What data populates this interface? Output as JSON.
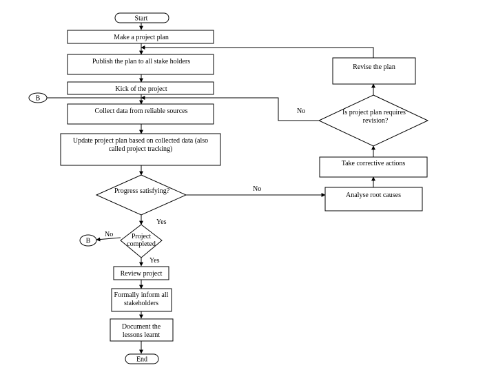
{
  "flowchart": {
    "terminals": {
      "start": "Start",
      "end": "End"
    },
    "connectors": {
      "b_top": "B",
      "b_bottom": "B"
    },
    "processes": {
      "make_plan": "Make a project plan",
      "publish_plan": "Publish the plan to all stake holders",
      "kick_off": "Kick of the project",
      "collect_data": "Collect data from reliable sources",
      "update_plan": [
        "Update project plan based on collected data (also",
        "called project tracking)"
      ],
      "review_project": "Review project",
      "inform_stakeholders": [
        "Formally inform all",
        "stakeholders"
      ],
      "document_lessons": [
        "Document the",
        "lessons learnt"
      ],
      "revise_plan": "Revise the plan",
      "take_corrective": "Take corrective actions",
      "analyse_root": "Analyse root causes"
    },
    "decisions": {
      "progress_satisfying": "Progress satisfying?",
      "project_completed": [
        "Project",
        "completed"
      ],
      "revision_required": [
        "Is project plan requires",
        "revision?"
      ]
    },
    "edge_labels": {
      "progress_no": "No",
      "progress_yes": "Yes",
      "completed_no": "No",
      "completed_yes": "Yes",
      "revision_no": "No"
    }
  }
}
